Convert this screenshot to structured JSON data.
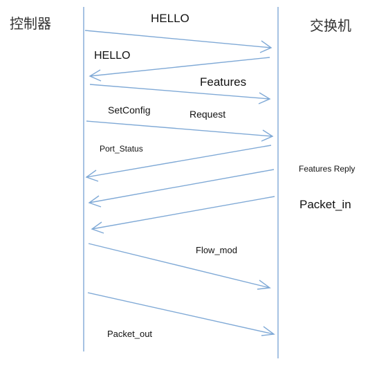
{
  "nodes": {
    "controller": "控制器",
    "switch": "交换机"
  },
  "messages": [
    {
      "text": "HELLO",
      "direction": "controller-to-switch"
    },
    {
      "text": "HELLO",
      "direction": "switch-to-controller"
    },
    {
      "text": "Features",
      "direction": "controller-to-switch"
    },
    {
      "text": "SetConfig",
      "direction": "controller-to-switch"
    },
    {
      "text": "Request",
      "direction": "controller-to-switch"
    },
    {
      "text": "Port_Status",
      "direction": "switch-to-controller"
    },
    {
      "text": "Features Reply",
      "direction": "switch-to-controller"
    },
    {
      "text": "Packet_in",
      "direction": "switch-to-controller"
    },
    {
      "text": "Flow_mod",
      "direction": "controller-to-switch"
    },
    {
      "text": "Packet_out",
      "direction": "controller-to-switch"
    }
  ],
  "colors": {
    "lines": "#7fa9d6",
    "text": "#111111"
  }
}
